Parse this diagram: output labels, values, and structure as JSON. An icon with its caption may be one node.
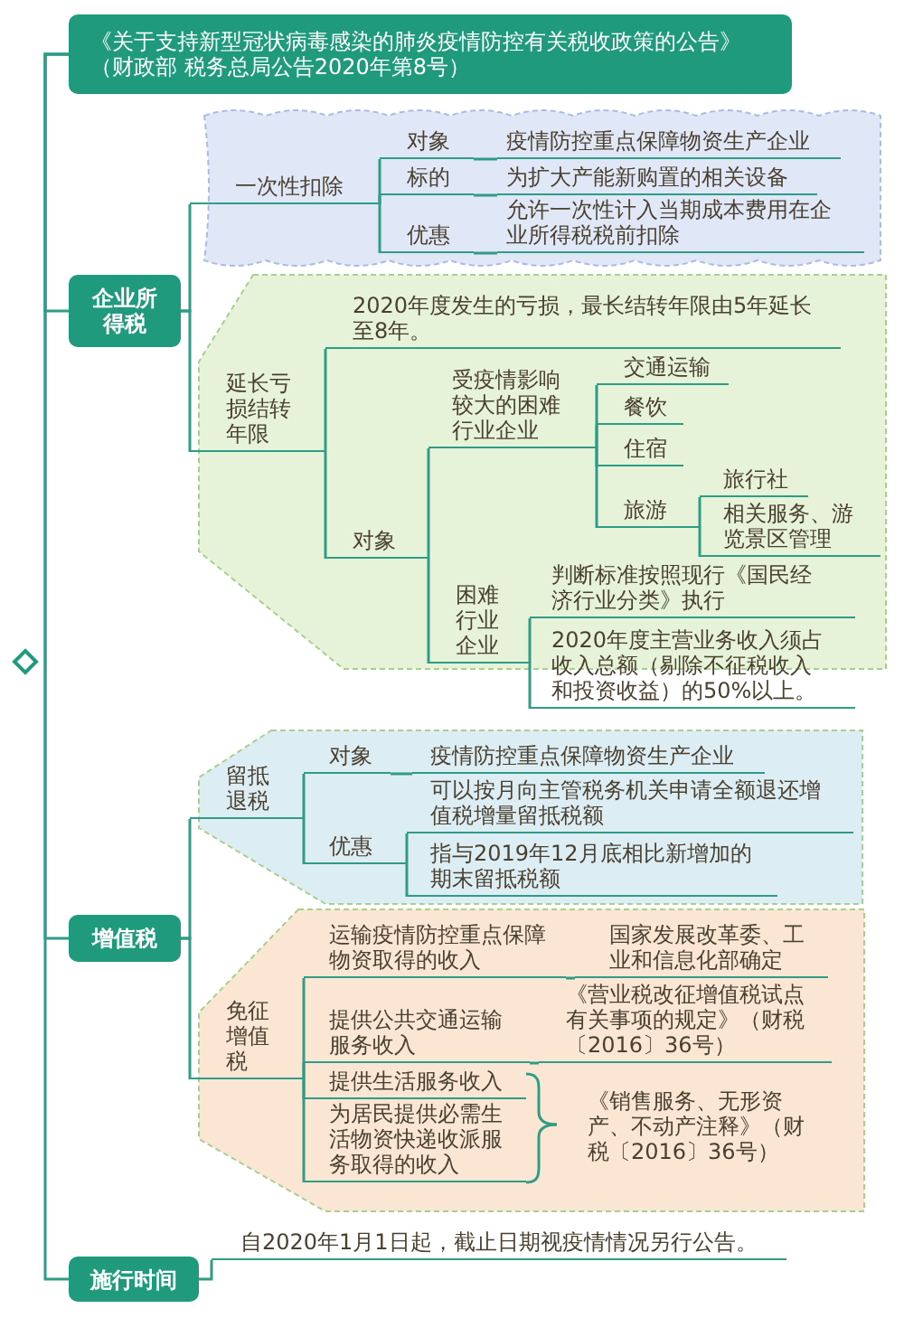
{
  "diagram": {
    "nodes": [
      {
        "text": [
          "《关于支持新型冠状病毒感染的肺炎疫情防控有关税收政策的公告》（财政部 税务总局公告2020年第8号）"
        ]
      },
      {
        "text": [
          "企业所得税"
        ]
      },
      {
        "text": [
          "一次性扣除"
        ]
      },
      {
        "text": [
          "对象"
        ]
      },
      {
        "text": [
          "疫情防控重点保障物资生产企业"
        ]
      },
      {
        "text": [
          "标的"
        ]
      },
      {
        "text": [
          "为扩大产能新购置的相关设备"
        ]
      },
      {
        "text": [
          "优惠"
        ]
      },
      {
        "text": [
          "允许一次性计入当期成本费用在企业所得税税前扣除"
        ]
      },
      {
        "text": [
          "延长亏损结转年限"
        ]
      },
      {
        "text": [
          "2020年度发生的亏损，最长结转年限由5年延长至8年。"
        ]
      },
      {
        "text": [
          "对象"
        ]
      },
      {
        "text": [
          "受疫情影响较大的困难行业企业"
        ]
      },
      {
        "text": [
          "交通运输"
        ]
      },
      {
        "text": [
          "餐饮"
        ]
      },
      {
        "text": [
          "住宿"
        ]
      },
      {
        "text": [
          "旅游"
        ]
      },
      {
        "text": [
          "旅行社"
        ]
      },
      {
        "text": [
          "相关服务、游览景区管理"
        ]
      },
      {
        "text": [
          "困难行业企业"
        ]
      },
      {
        "text": [
          "判断标准按照现行《国民经济行业分类》执行"
        ]
      },
      {
        "text": [
          "2020年度主营业务收入须占收入总额（剔除不征税收入和投资收益）的50%以上。"
        ]
      },
      {
        "text": [
          "增值税"
        ]
      },
      {
        "text": [
          "留抵退税"
        ]
      },
      {
        "text": [
          "对象"
        ]
      },
      {
        "text": [
          "疫情防控重点保障物资生产企业"
        ]
      },
      {
        "text": [
          "优惠"
        ]
      },
      {
        "text": [
          "可以按月向主管税务机关申请全额退还增值税增量留抵税额"
        ]
      },
      {
        "text": [
          "指与2019年12月底相比新增加的期末留抵税额"
        ]
      },
      {
        "text": [
          "免征增值税"
        ]
      },
      {
        "text": [
          "运输疫情防控重点保障物资取得的收入"
        ]
      },
      {
        "text": [
          "国家发展改革委、工业和信息化部确定"
        ]
      },
      {
        "text": [
          "提供公共交通运输服务收入"
        ]
      },
      {
        "text": [
          "《营业税改征增值税试点有关事项的规定》（财税〔2016〕36号）"
        ]
      },
      {
        "text": [
          "提供生活服务收入"
        ]
      },
      {
        "text": [
          "为居民提供必需生活物资快递收派服务取得的收入"
        ]
      },
      {
        "text": [
          "《销售服务、无形资产、不动产注释》（财税〔2016〕36号）"
        ]
      },
      {
        "text": [
          "施行时间"
        ]
      },
      {
        "text": [
          "自2020年1月1日起，截止日期视疫情情况另行公告。"
        ]
      }
    ],
    "edges": [
      {
        "from": 0,
        "to": 1,
        "arrow": "none"
      },
      {
        "from": 0,
        "to": 22,
        "arrow": "none"
      },
      {
        "from": 0,
        "to": 37,
        "arrow": "none"
      },
      {
        "from": 1,
        "to": 2,
        "arrow": "none"
      },
      {
        "from": 2,
        "to": 3,
        "arrow": "none"
      },
      {
        "from": 3,
        "to": 4,
        "arrow": "none"
      },
      {
        "from": 2,
        "to": 5,
        "arrow": "none"
      },
      {
        "from": 5,
        "to": 6,
        "arrow": "none"
      },
      {
        "from": 2,
        "to": 7,
        "arrow": "none"
      },
      {
        "from": 7,
        "to": 8,
        "arrow": "none"
      },
      {
        "from": 1,
        "to": 9,
        "arrow": "none"
      },
      {
        "from": 9,
        "to": 10,
        "arrow": "none"
      },
      {
        "from": 9,
        "to": 11,
        "arrow": "none"
      },
      {
        "from": 11,
        "to": 12,
        "arrow": "none"
      },
      {
        "from": 12,
        "to": 13,
        "arrow": "none"
      },
      {
        "from": 12,
        "to": 14,
        "arrow": "none"
      },
      {
        "from": 12,
        "to": 15,
        "arrow": "none"
      },
      {
        "from": 12,
        "to": 16,
        "arrow": "none"
      },
      {
        "from": 16,
        "to": 17,
        "arrow": "none"
      },
      {
        "from": 16,
        "to": 18,
        "arrow": "none"
      },
      {
        "from": 11,
        "to": 19,
        "arrow": "none"
      },
      {
        "from": 19,
        "to": 20,
        "arrow": "none"
      },
      {
        "from": 19,
        "to": 21,
        "arrow": "none"
      },
      {
        "from": 22,
        "to": 23,
        "arrow": "none"
      },
      {
        "from": 23,
        "to": 24,
        "arrow": "none"
      },
      {
        "from": 24,
        "to": 25,
        "arrow": "none"
      },
      {
        "from": 23,
        "to": 26,
        "arrow": "none"
      },
      {
        "from": 26,
        "to": 27,
        "arrow": "none"
      },
      {
        "from": 26,
        "to": 28,
        "arrow": "none"
      },
      {
        "from": 22,
        "to": 29,
        "arrow": "none"
      },
      {
        "from": 29,
        "to": 30,
        "arrow": "none"
      },
      {
        "from": 30,
        "to": 31,
        "arrow": "none"
      },
      {
        "from": 29,
        "to": 32,
        "arrow": "none"
      },
      {
        "from": 32,
        "to": 33,
        "arrow": "none"
      },
      {
        "from": 29,
        "to": 34,
        "arrow": "none"
      },
      {
        "from": 29,
        "to": 35,
        "arrow": "none"
      },
      {
        "from": 34,
        "to": 36,
        "arrow": "none"
      },
      {
        "from": 35,
        "to": 36,
        "arrow": "none"
      },
      {
        "from": 37,
        "to": 38,
        "arrow": "none"
      }
    ]
  }
}
